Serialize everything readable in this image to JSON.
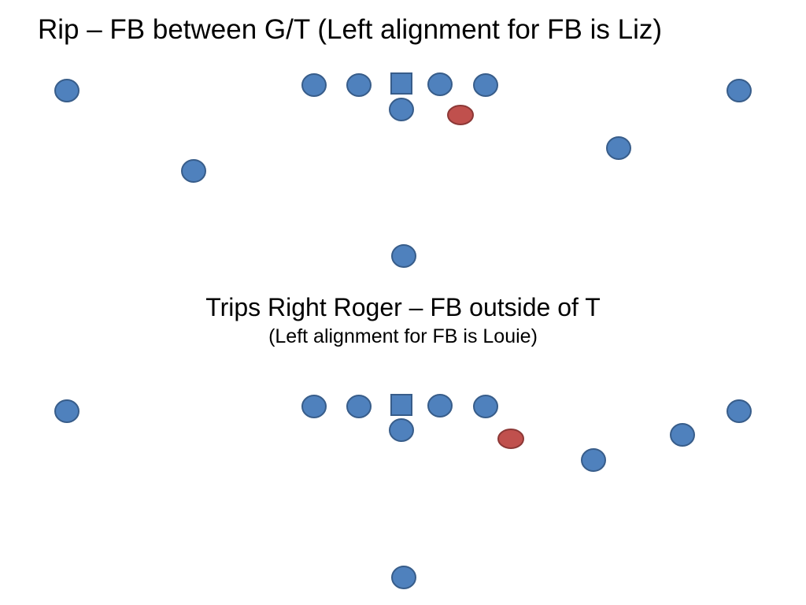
{
  "slide": {
    "title_1": "Rip – FB between G/T  (Left alignment for FB is Liz)",
    "title_2": "Trips Right Roger – FB outside of T",
    "subtitle_2": "(Left alignment for FB is Louie)"
  },
  "colors": {
    "player_fill": "#4F81BD",
    "player_stroke": "#385D8A",
    "fullback_fill": "#C0504D",
    "fullback_stroke": "#8C3836"
  },
  "formations": [
    {
      "name": "Rip",
      "players": [
        {
          "role": "wide-receiver-left",
          "shape": "oval"
        },
        {
          "role": "left-tackle",
          "shape": "oval"
        },
        {
          "role": "left-guard",
          "shape": "oval"
        },
        {
          "role": "center",
          "shape": "square"
        },
        {
          "role": "right-guard",
          "shape": "oval"
        },
        {
          "role": "right-tackle",
          "shape": "oval"
        },
        {
          "role": "wide-receiver-right",
          "shape": "oval"
        },
        {
          "role": "quarterback",
          "shape": "oval"
        },
        {
          "role": "fullback",
          "shape": "oval",
          "highlight": true
        },
        {
          "role": "slot-left",
          "shape": "oval"
        },
        {
          "role": "slot-right",
          "shape": "oval"
        },
        {
          "role": "tailback",
          "shape": "oval"
        }
      ]
    },
    {
      "name": "Trips Right Roger",
      "players": [
        {
          "role": "wide-receiver-left",
          "shape": "oval"
        },
        {
          "role": "left-tackle",
          "shape": "oval"
        },
        {
          "role": "left-guard",
          "shape": "oval"
        },
        {
          "role": "center",
          "shape": "square"
        },
        {
          "role": "right-guard",
          "shape": "oval"
        },
        {
          "role": "right-tackle",
          "shape": "oval"
        },
        {
          "role": "wide-receiver-right",
          "shape": "oval"
        },
        {
          "role": "quarterback",
          "shape": "oval"
        },
        {
          "role": "fullback",
          "shape": "oval",
          "highlight": true
        },
        {
          "role": "slot-inner-right",
          "shape": "oval"
        },
        {
          "role": "slot-outer-right",
          "shape": "oval"
        },
        {
          "role": "tailback",
          "shape": "oval"
        }
      ]
    }
  ]
}
